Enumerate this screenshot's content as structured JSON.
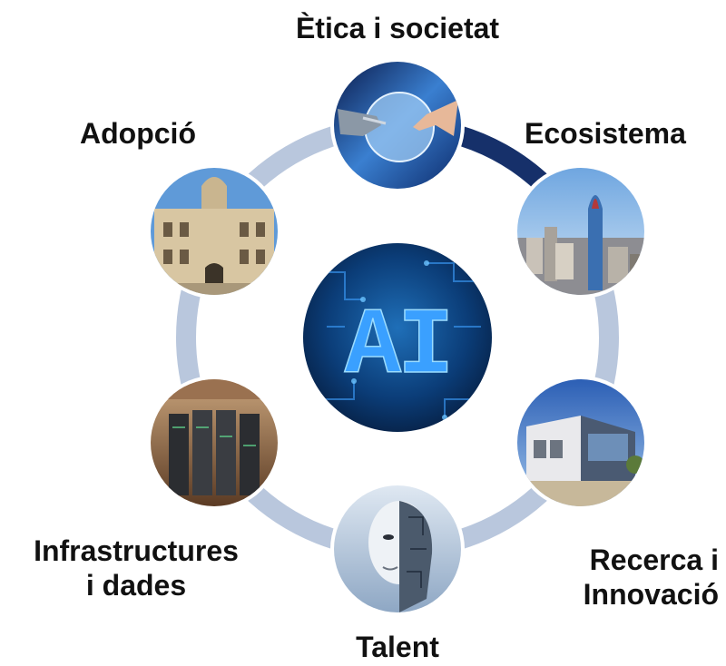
{
  "center": {
    "text": "AI"
  },
  "nodes": [
    {
      "id": "etica",
      "label": "Ètica i societat",
      "photo": "robot-hand-touching-human-hand"
    },
    {
      "id": "ecosistema",
      "label": "Ecosistema",
      "photo": "barcelona-skyline-agbar-tower"
    },
    {
      "id": "recerca",
      "label": "Recerca i Innovació",
      "label_lines": [
        "Recerca i",
        "Innovació"
      ],
      "photo": "modern-research-building"
    },
    {
      "id": "talent",
      "label": "Talent",
      "photo": "digital-human-face"
    },
    {
      "id": "infra",
      "label": "Infrastructures i dades",
      "label_lines": [
        "Infrastructures",
        "i dades"
      ],
      "photo": "supercomputer-in-chapel"
    },
    {
      "id": "adopcio",
      "label": "Adopció",
      "photo": "government-palace-facade"
    }
  ],
  "colors": {
    "ring": "#b9c7dd",
    "ring_dark_arc": "#16306a",
    "label_text": "#111111",
    "node_border": "#ffffff"
  }
}
